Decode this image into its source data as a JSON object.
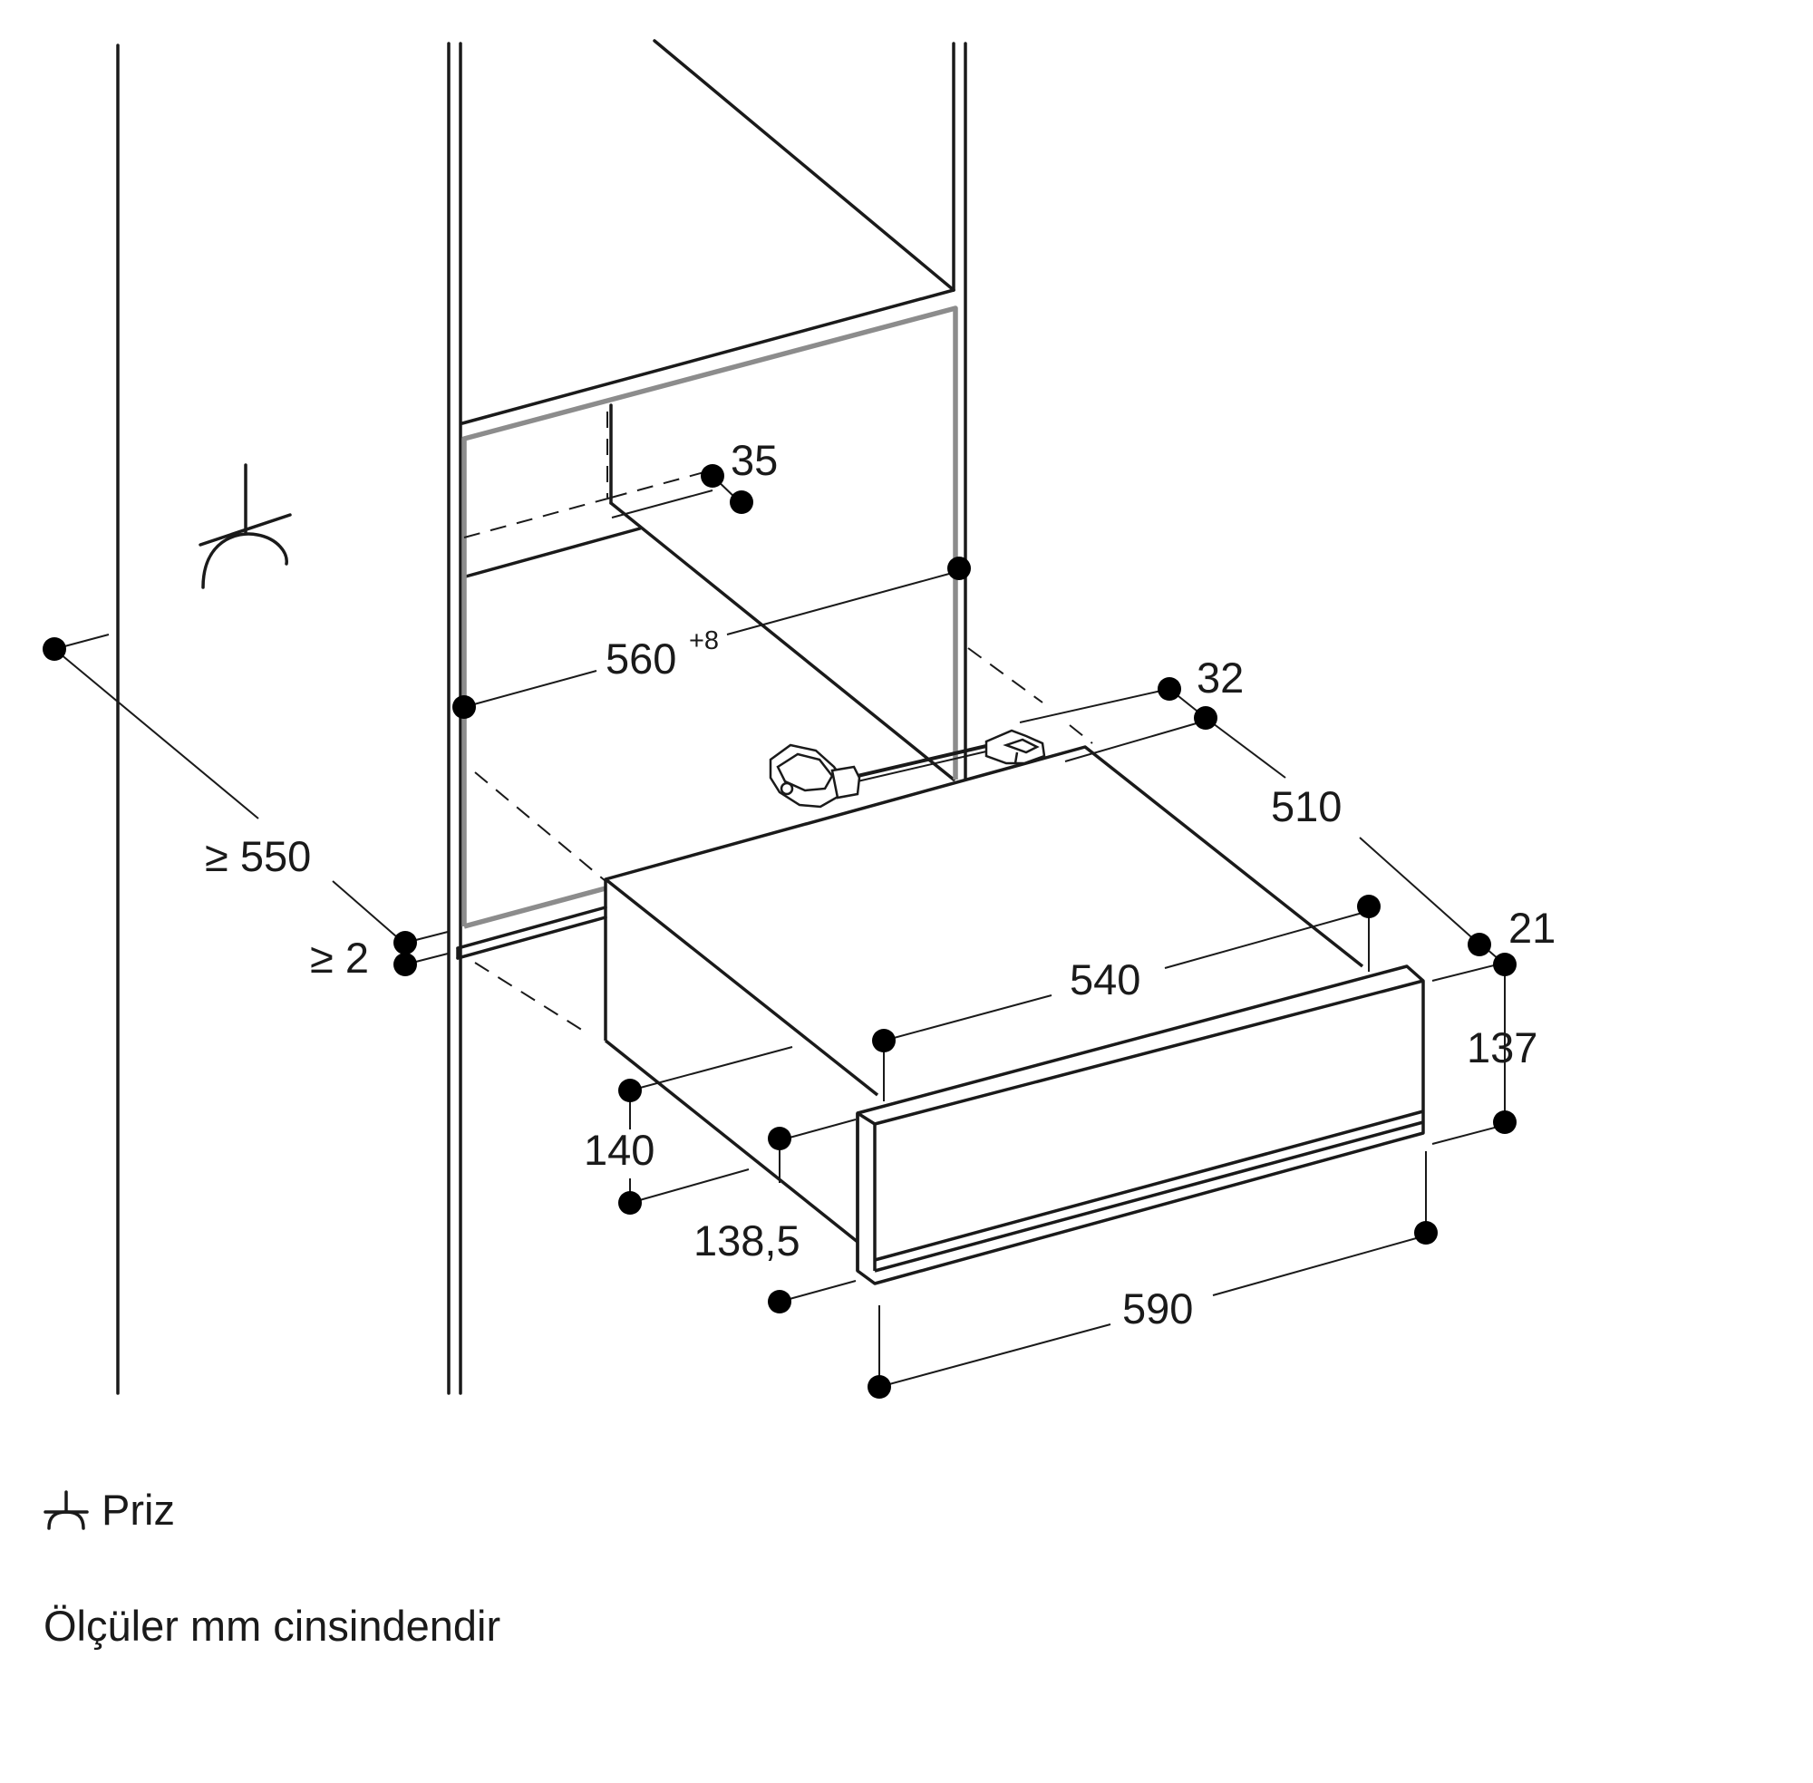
{
  "dimensions": {
    "d35": "35",
    "d560": "560",
    "d560_tolerance": "+8",
    "d32": "32",
    "d510": "510",
    "d550": "≥ 550",
    "d2": "≥ 2",
    "d21": "21",
    "d540": "540",
    "d137": "137",
    "d140": "140",
    "d138_5": "138,5",
    "d590": "590"
  },
  "legend": {
    "socket_icon": "socket-icon",
    "socket_label": "Priz"
  },
  "note": "Ölçüler mm cinsindendir"
}
